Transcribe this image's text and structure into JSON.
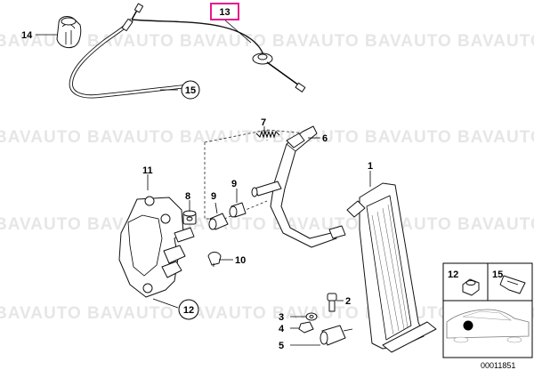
{
  "watermark_text": "BAVAUTO",
  "callouts": {
    "p1": "1",
    "p2": "2",
    "p3": "3",
    "p4": "4",
    "p5": "5",
    "p6": "6",
    "p7": "7",
    "p8": "8",
    "p9a": "9",
    "p9b": "9",
    "p10": "10",
    "p11": "11",
    "p12": "12",
    "p13": "13",
    "p14": "14",
    "p15": "15"
  },
  "inset": {
    "label_left": "12",
    "label_right": "15"
  },
  "diagram_number": "00011851",
  "colors": {
    "highlight": "#e8188c",
    "line": "#000000",
    "watermark": "#e6e6e6"
  }
}
